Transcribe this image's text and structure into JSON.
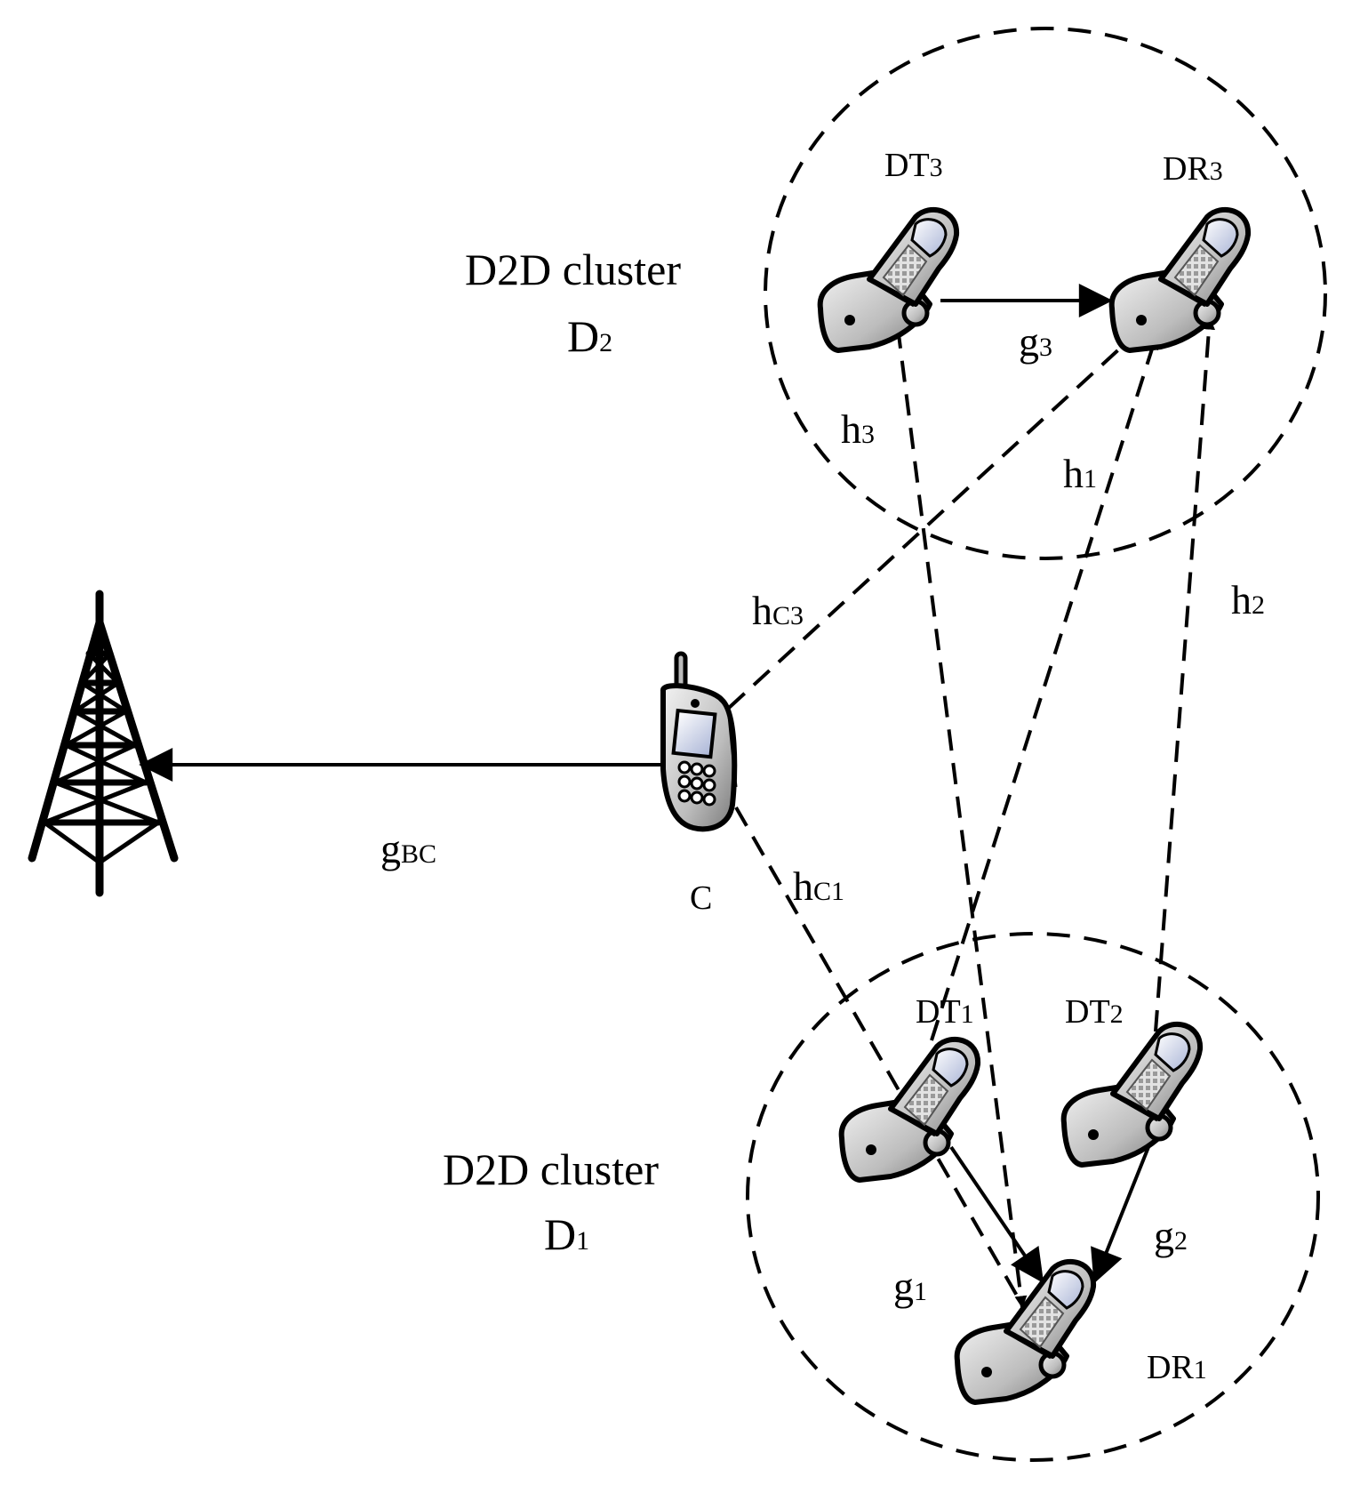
{
  "clusters": {
    "d2": {
      "label_line1": "D2D cluster",
      "label_main": "D",
      "label_sub": "2"
    },
    "d1": {
      "label_line1": "D2D cluster",
      "label_main": "D",
      "label_sub": "1"
    }
  },
  "devices": {
    "dt3": {
      "main": "DT",
      "sub": "3"
    },
    "dr3": {
      "main": "DR",
      "sub": "3"
    },
    "dt1": {
      "main": "DT",
      "sub": "1"
    },
    "dt2": {
      "main": "DT",
      "sub": "2"
    },
    "dr1": {
      "main": "DR",
      "sub": "1"
    },
    "cellular": {
      "label": "C"
    }
  },
  "links": {
    "g3": {
      "main": "g",
      "sub": "3"
    },
    "h3": {
      "main": "h",
      "sub": "3"
    },
    "h1": {
      "main": "h",
      "sub": "1"
    },
    "h2": {
      "main": "h",
      "sub": "2"
    },
    "hc3": {
      "main": "h",
      "sub": "C3"
    },
    "hc1": {
      "main": "h",
      "sub": "C1"
    },
    "gbc": {
      "main": "g",
      "sub": "BC"
    },
    "g1": {
      "main": "g",
      "sub": "1"
    },
    "g2": {
      "main": "g",
      "sub": "2"
    }
  },
  "icons": [
    "base-station-tower-icon",
    "cellular-phone-icon",
    "flip-phone-icon"
  ]
}
